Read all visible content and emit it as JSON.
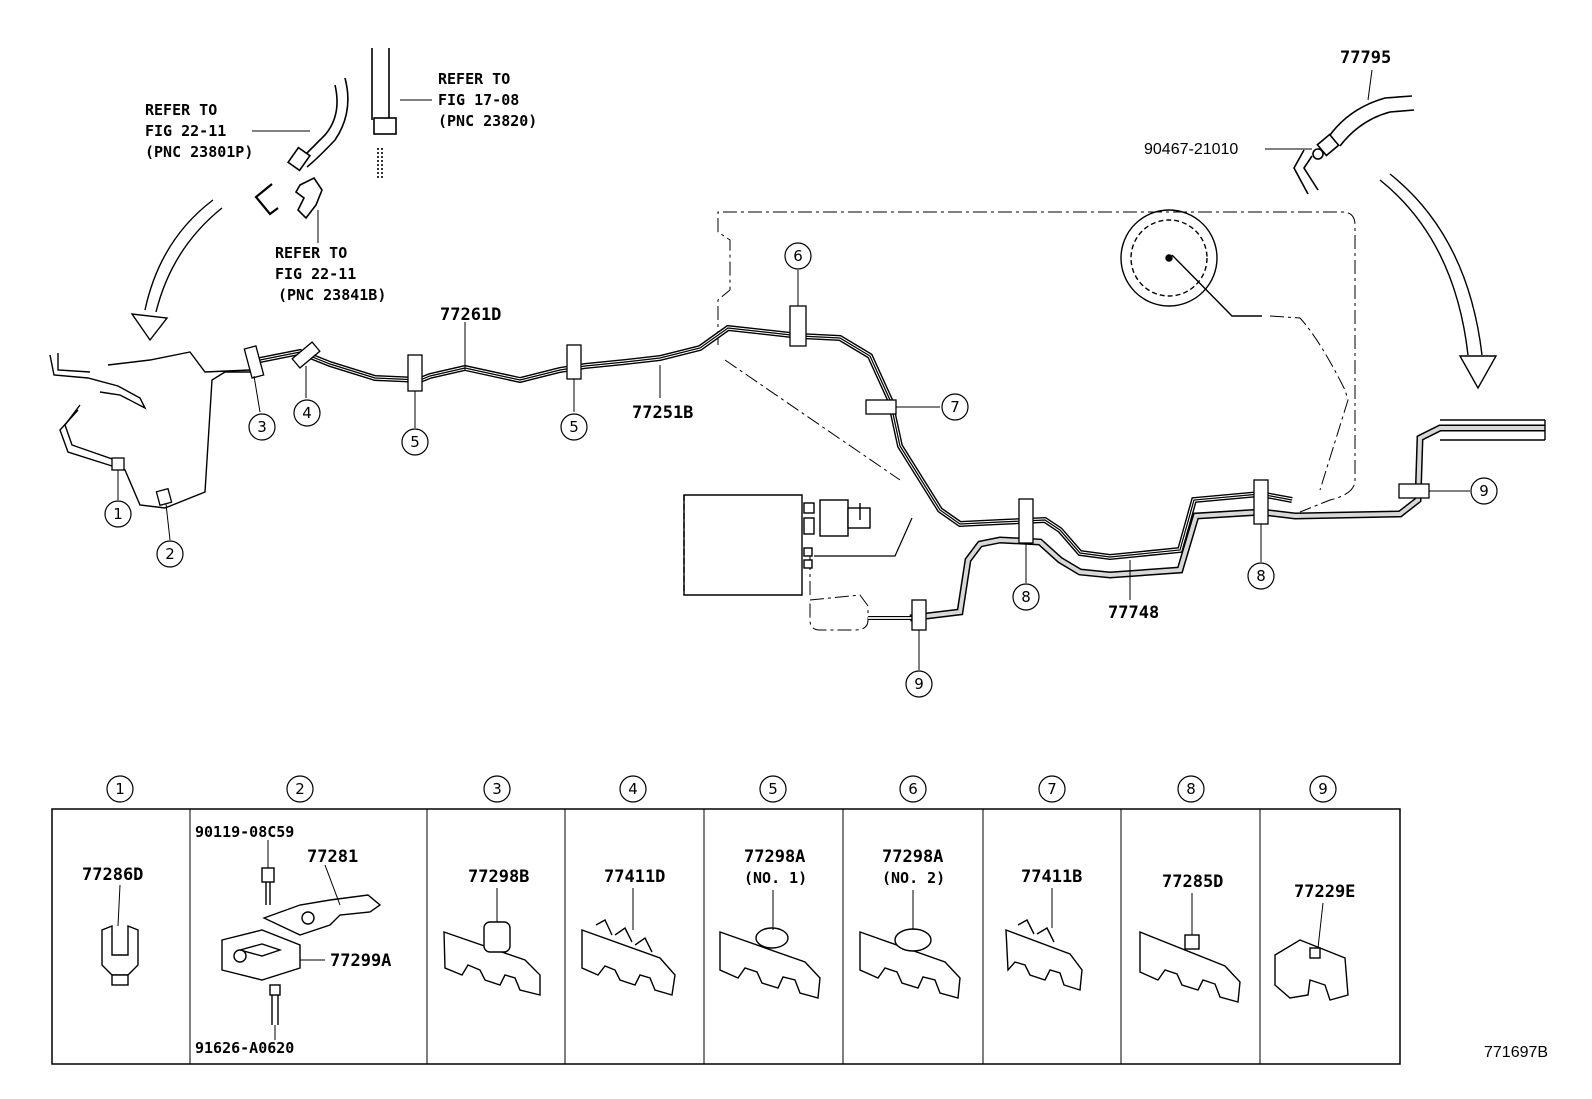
{
  "refs": {
    "a": [
      "REFER TO",
      "FIG 22-11",
      "(PNC 23801P)"
    ],
    "b": [
      "REFER TO",
      "FIG 17-08",
      "(PNC 23820)"
    ],
    "c": [
      "REFER TO",
      "FIG 22-11",
      "(PNC 23841B)"
    ]
  },
  "parts": {
    "p77795": "77795",
    "p90467": "90467-21010",
    "p77261D": "77261D",
    "p77251B": "77251B",
    "p77748": "77748"
  },
  "callouts": {
    "c1": "1",
    "c2": "2",
    "c3": "3",
    "c4": "4",
    "c5a": "5",
    "c5b": "5",
    "c6": "6",
    "c7": "7",
    "c8a": "8",
    "c8b": "8",
    "c9a": "9",
    "c9b": "9"
  },
  "table": {
    "cols": [
      "1",
      "2",
      "3",
      "4",
      "5",
      "6",
      "7",
      "8",
      "9"
    ],
    "c1": "77286D",
    "c2a": "90119-08C59",
    "c2b": "77281",
    "c2c": "77299A",
    "c2d": "91626-A0620",
    "c3": "77298B",
    "c4": "77411D",
    "c5": "77298A",
    "c5n": "(NO. 1)",
    "c6": "77298A",
    "c6n": "(NO. 2)",
    "c7": "77411B",
    "c8": "77285D",
    "c9": "77229E"
  },
  "code": "771697B"
}
